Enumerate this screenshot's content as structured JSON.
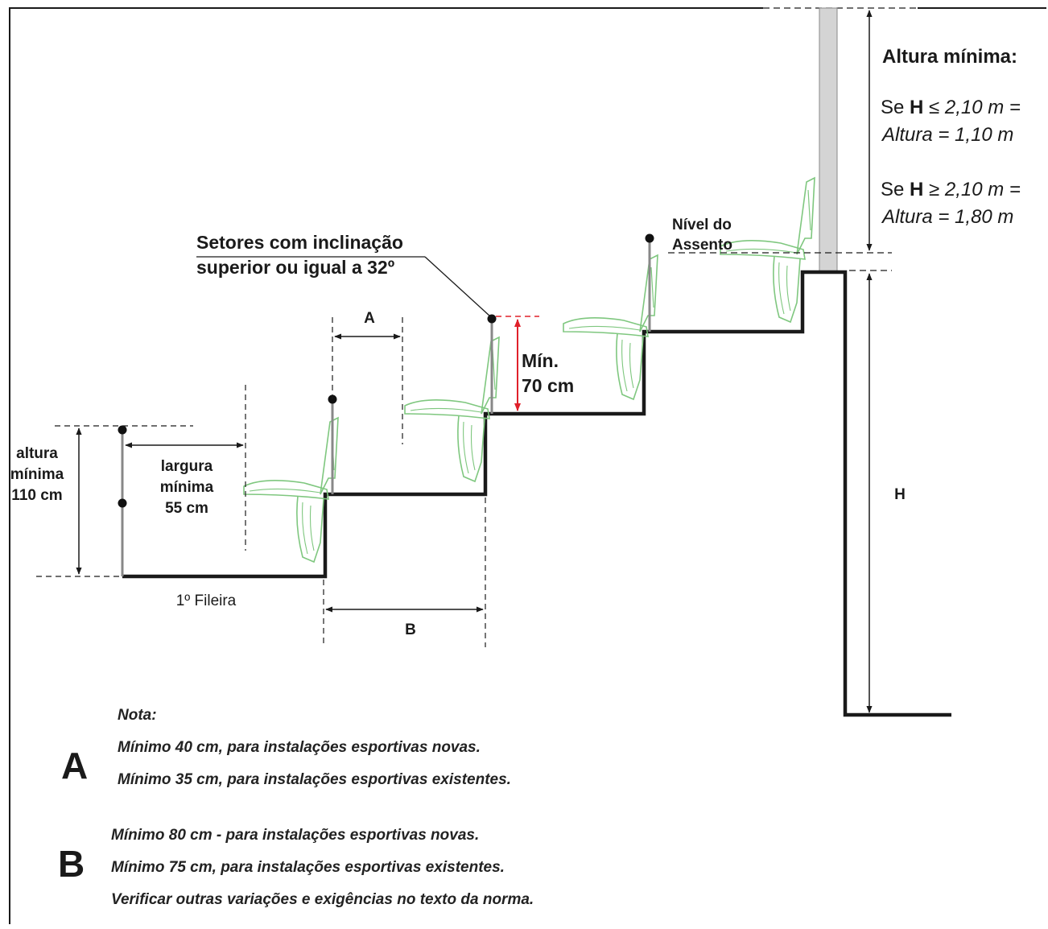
{
  "colors": {
    "structure": "#1a1a1a",
    "seat": "#7fc77f",
    "highlight": "#e0202a",
    "pillar": "#d4d4d4"
  },
  "labels": {
    "altura_minima_110": [
      "altura",
      "mínima",
      "110 cm"
    ],
    "largura_minima_55": [
      "largura",
      "mínima",
      "55 cm"
    ],
    "first_row": "1º Fileira",
    "dim_a": "A",
    "dim_b": "B",
    "min_70": [
      "Mín.",
      "70 cm"
    ],
    "inclination": [
      "Setores com inclinação",
      "superior ou igual a 32º"
    ],
    "seat_level": [
      "Nível do",
      "Assento"
    ],
    "dim_h": "H"
  },
  "side_note": {
    "title": "Altura mínima:",
    "rule1_se": "Se",
    "rule1_h": "H",
    "rule1_cond": "≤ 2,10 m =",
    "rule1_result": "Altura = 1,10 m",
    "rule2_se": "Se",
    "rule2_h": "H",
    "rule2_cond": "≥ 2,10 m =",
    "rule2_result": "Altura = 1,80 m"
  },
  "notes": {
    "title": "Nota:",
    "a_letter": "A",
    "a_lines": [
      "Mínimo 40 cm, para instalações esportivas novas.",
      "Mínimo 35 cm, para instalações esportivas existentes."
    ],
    "b_letter": "B",
    "b_lines": [
      "Mínimo 80 cm - para instalações esportivas novas.",
      "Mínimo 75 cm, para instalações esportivas existentes.",
      "Verificar outras variações e exigências no texto da norma."
    ]
  }
}
